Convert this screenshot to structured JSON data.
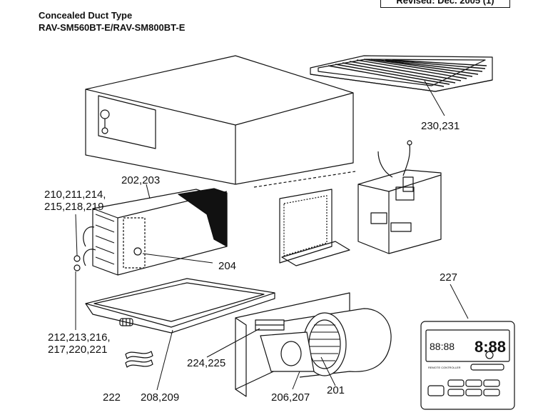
{
  "header": {
    "revised": "Revised: Dec. 2005 (1)",
    "title_line1": "Concealed Duct Type",
    "title_line2": "RAV-SM560BT-E/RAV-SM800BT-E"
  },
  "labels": {
    "filter": "230,231",
    "evaporator": "202,203",
    "pipes_upper_a": "210,211,214,",
    "pipes_upper_b": "215,218,219",
    "insulation": "204",
    "remote_controller": "227",
    "pipes_lower_a": "212,213,216,",
    "pipes_lower_b": "217,220,221",
    "fan_motor_bracket": "224,225",
    "bands": "222",
    "drain_pan": "208,209",
    "fan_case": "206,207",
    "fan_motor": "201"
  },
  "remote": {
    "display_digits": "8:88",
    "display_small": "88:88",
    "brand_text": "REMOTE CONTROLLER"
  }
}
